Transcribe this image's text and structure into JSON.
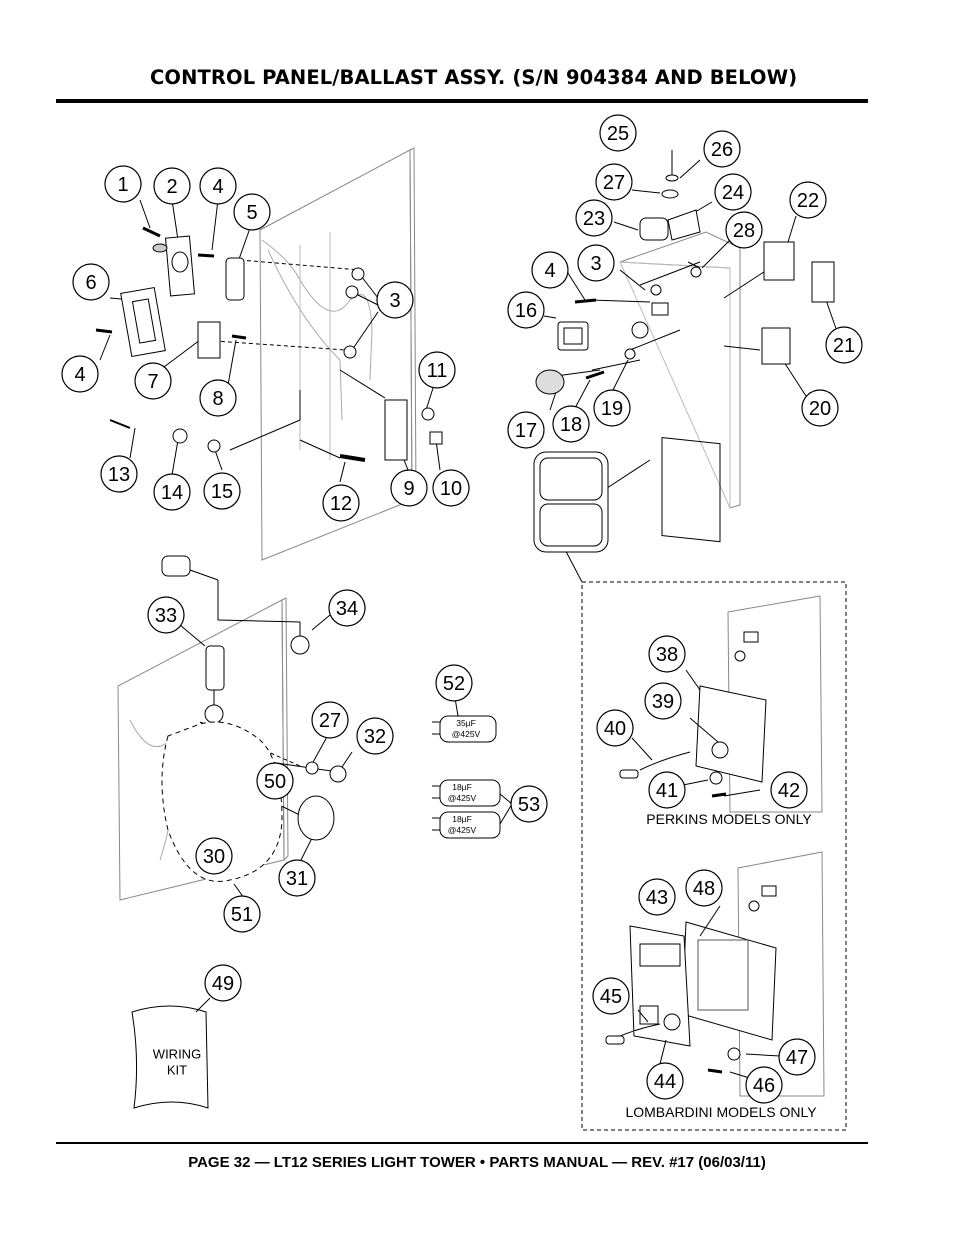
{
  "header": {
    "title": "CONTROL PANEL/BALLAST ASSY.  (S/N 904384 AND BELOW)"
  },
  "footer": {
    "text": "PAGE 32 — LT12 SERIES LIGHT TOWER • PARTS MANUAL — REV. #17 (06/03/11)"
  },
  "callouts": [
    "1",
    "2",
    "3",
    "4",
    "5",
    "6",
    "7",
    "8",
    "9",
    "10",
    "11",
    "12",
    "13",
    "14",
    "15",
    "16",
    "17",
    "18",
    "19",
    "20",
    "21",
    "22",
    "23",
    "24",
    "25",
    "26",
    "27",
    "28",
    "30",
    "31",
    "32",
    "33",
    "34",
    "38",
    "39",
    "40",
    "41",
    "42",
    "43",
    "44",
    "45",
    "46",
    "47",
    "48",
    "49",
    "50",
    "51",
    "52",
    "53"
  ],
  "notes": {
    "perkins": "PERKINS MODELS ONLY",
    "lombardini": "LOMBARDINI MODELS ONLY",
    "wiring_kit_line1": "WIRING",
    "wiring_kit_line2": "KIT"
  },
  "capacitors": {
    "c52_line1": "35µF",
    "c52_line2": "@425V",
    "c53a_line1": "18µF",
    "c53a_line2": "@425V",
    "c53b_line1": "18µF",
    "c53b_line2": "@425V"
  }
}
